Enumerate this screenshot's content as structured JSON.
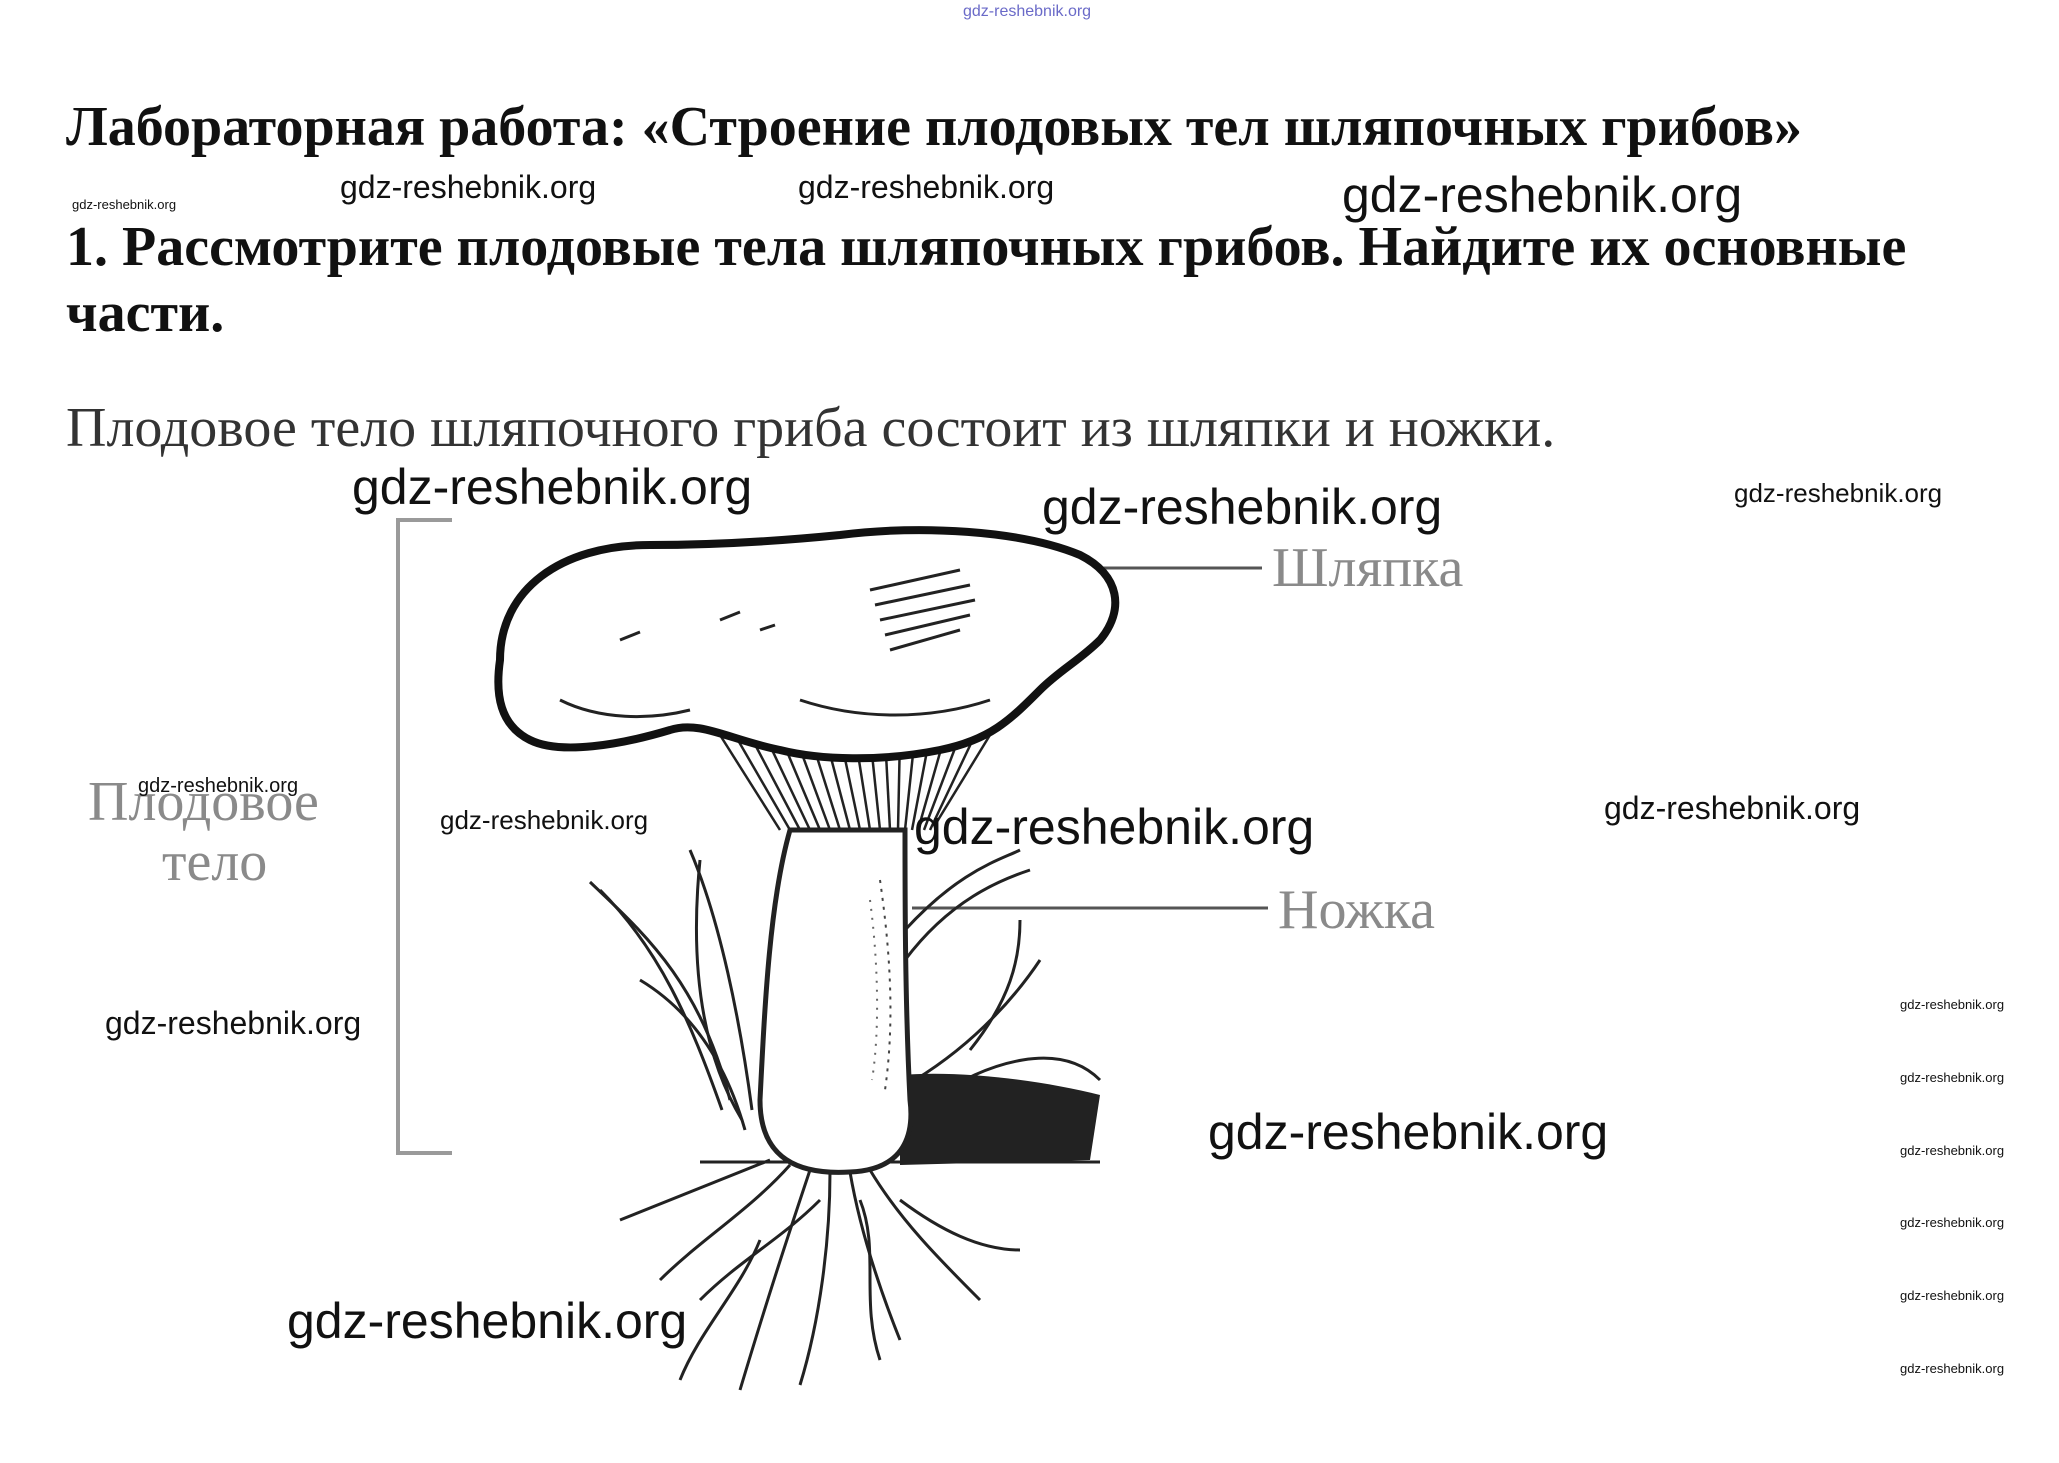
{
  "header": {
    "watermark": "gdz-reshebnik.org"
  },
  "title": "Лабораторная работа: «Строение плодовых тел шляпочных грибов»",
  "task": "1. Рассмотрите плодовые тела шляпочных грибов. Найдите их основные части.",
  "answer": "Плодовое тело шляпочного гриба состоит из шляпки и ножки.",
  "figure": {
    "labels": {
      "fruit_body_line1": "Плодовое",
      "fruit_body_line2": "тело",
      "cap": "Шляпка",
      "stem": "Ножка"
    }
  },
  "watermarks": [
    "gdz-reshebnik.org",
    "gdz-reshebnik.org",
    "gdz-reshebnik.org",
    "gdz-reshebnik.org",
    "gdz-reshebnik.org",
    "gdz-reshebnik.org",
    "gdz-reshebnik.org",
    "gdz-reshebnik.org",
    "gdz-reshebnik.org",
    "gdz-reshebnik.org",
    "gdz-reshebnik.org",
    "gdz-reshebnik.org",
    "gdz-reshebnik.org",
    "gdz-reshebnik.org",
    "gdz-reshebnik.org",
    "gdz-reshebnik.org",
    "gdz-reshebnik.org",
    "gdz-reshebnik.org",
    "gdz-reshebnik.org",
    "gdz-reshebnik.org",
    "gdz-reshebnik.org"
  ]
}
